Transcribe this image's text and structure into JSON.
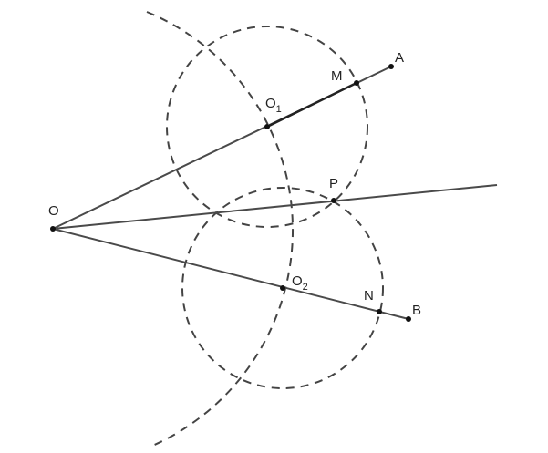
{
  "labels": {
    "O": "O",
    "A": "A",
    "B": "B",
    "M": "M",
    "N": "N",
    "P": "P",
    "O1_letter": "O",
    "O1_sub": "1",
    "O2_letter": "O",
    "O2_sub": "2"
  },
  "colors": {
    "line": "#4a4a4a",
    "dashed": "#444444",
    "point": "#111111"
  }
}
